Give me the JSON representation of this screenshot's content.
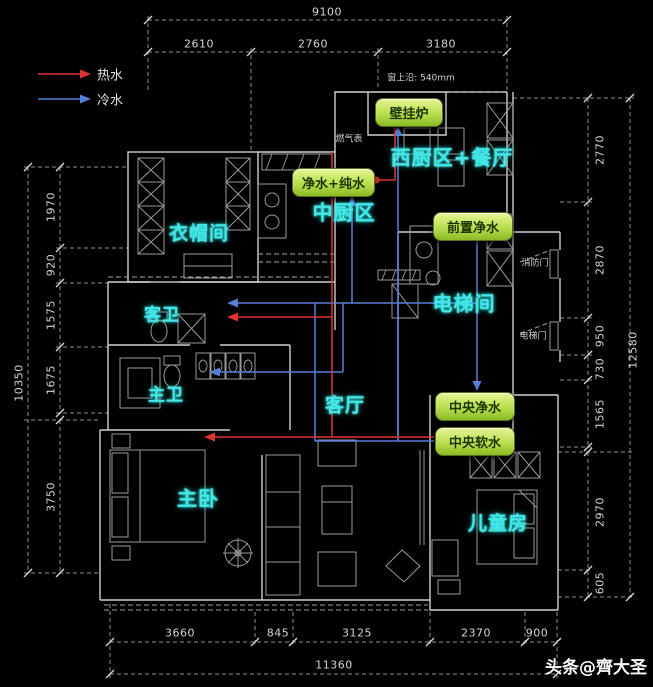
{
  "legend": {
    "items": [
      {
        "name": "hot-water",
        "label": "热水",
        "color": "#e03434"
      },
      {
        "name": "cold-water",
        "label": "冷水",
        "color": "#5580d8"
      }
    ]
  },
  "rooms": [
    {
      "id": "cloakroom",
      "label": "衣帽间"
    },
    {
      "id": "chinese-kitchen",
      "label": "中厨区"
    },
    {
      "id": "west-kitchen-dining",
      "label": "西厨区+餐厅"
    },
    {
      "id": "elevator-hall",
      "label": "电梯间"
    },
    {
      "id": "guest-bathroom",
      "label": "客卫"
    },
    {
      "id": "master-bathroom",
      "label": "主卫"
    },
    {
      "id": "living-room",
      "label": "客厅"
    },
    {
      "id": "master-bedroom",
      "label": "主卧"
    },
    {
      "id": "kids-room",
      "label": "儿童房"
    }
  ],
  "equipment": [
    {
      "id": "wall-boiler",
      "label": "壁挂炉"
    },
    {
      "id": "purifier-pure-water",
      "label": "净水+纯水"
    },
    {
      "id": "pre-filter",
      "label": "前置净水"
    },
    {
      "id": "central-water-purifier",
      "label": "中央净水"
    },
    {
      "id": "central-water-softener",
      "label": "中央软水"
    }
  ],
  "annotations": [
    {
      "id": "window-top",
      "label": "窗上沿: 540mm"
    },
    {
      "id": "gas-meter",
      "label": "燃气表"
    },
    {
      "id": "fire-door",
      "label": "消防门"
    },
    {
      "id": "elevator-door",
      "label": "电梯门"
    }
  ],
  "dimensions": {
    "top": {
      "total": "9100",
      "segments": [
        "2610",
        "2760",
        "3180"
      ]
    },
    "left": {
      "total": "10350",
      "segments": [
        "1970",
        "920",
        "1575",
        "1675",
        "3750"
      ]
    },
    "right": {
      "total": "12580",
      "segments": [
        "2770",
        "2870",
        "950",
        "730",
        "1565",
        "2970",
        "605"
      ]
    },
    "bottom": {
      "total": "11360",
      "segments": [
        "3660",
        "845",
        "3125",
        "2370",
        "900"
      ]
    }
  },
  "watermark": "头条@齊大圣",
  "colors": {
    "hot": "#e03434",
    "cold": "#5580d8",
    "room_label": "#45e6e6",
    "equipment_fill": "#b9de4e",
    "linework": "#cfcfcf"
  }
}
